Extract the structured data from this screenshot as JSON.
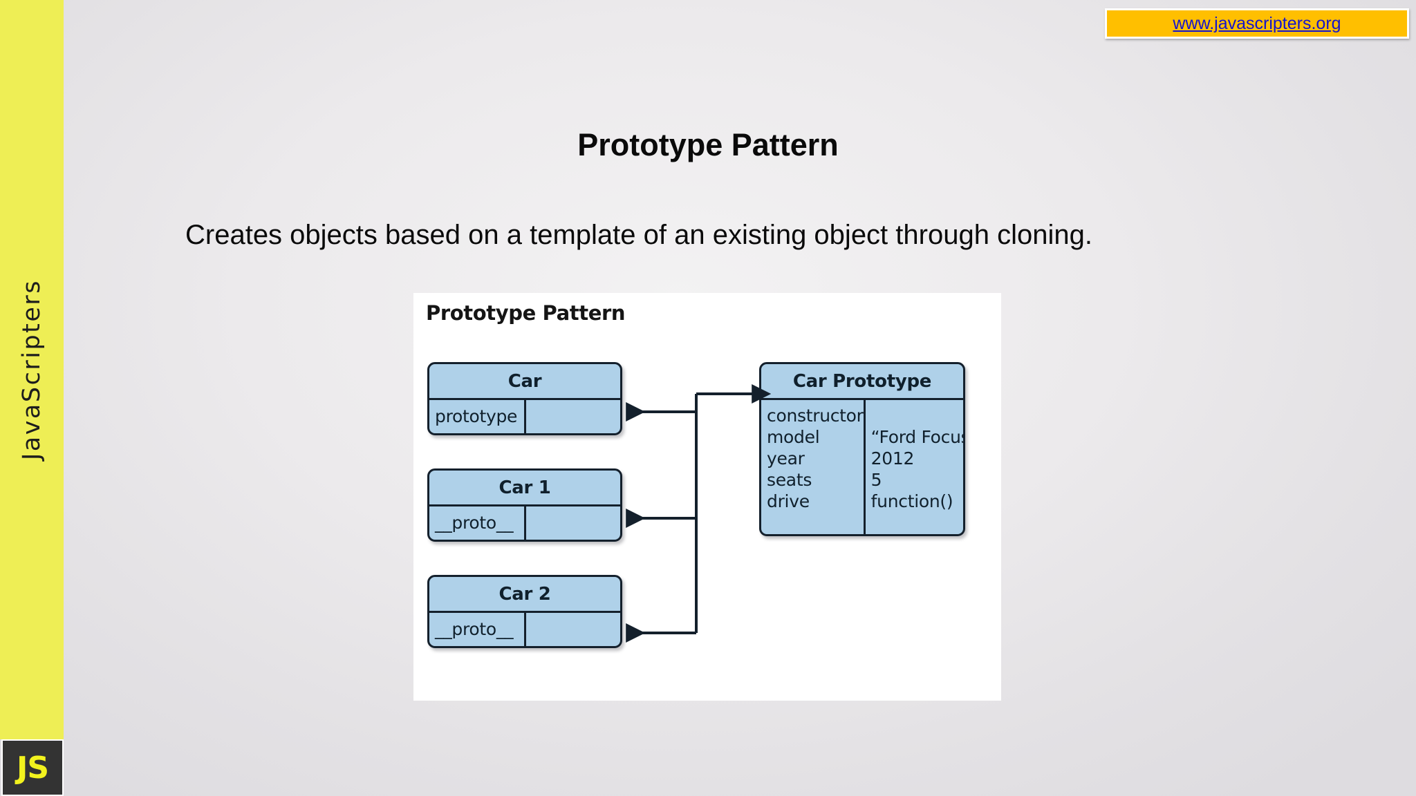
{
  "brand": {
    "rail_label": "JavaScripters",
    "badge_label": "JS",
    "rail_color": "#eeee55",
    "badge_bg": "#333333",
    "badge_text_color": "#f2f21e"
  },
  "url_banner": {
    "label": "www.javascripters.org",
    "background": "#ffbf00",
    "link_color": "#1414cd"
  },
  "slide": {
    "title": "Prototype Pattern",
    "subtitle": "Creates objects based on a template of an existing object through cloning."
  },
  "figure": {
    "caption": "Prototype Pattern",
    "box_fill": "#afd1e9",
    "box_stroke": "#14202c",
    "panel_bg": "#ffffff",
    "entities": [
      {
        "id": "car",
        "header": "Car",
        "rows": [
          {
            "key": "prototype",
            "value": ""
          }
        ]
      },
      {
        "id": "car1",
        "header": "Car 1",
        "rows": [
          {
            "key": "__proto__",
            "value": ""
          }
        ]
      },
      {
        "id": "car2",
        "header": "Car 2",
        "rows": [
          {
            "key": "__proto__",
            "value": ""
          }
        ]
      },
      {
        "id": "car-prototype",
        "header": "Car Prototype",
        "rows": [
          {
            "key": "constructor",
            "value": ""
          },
          {
            "key": "model",
            "value": "“Ford Focus”"
          },
          {
            "key": "year",
            "value": "2012"
          },
          {
            "key": "seats",
            "value": "5"
          },
          {
            "key": "drive",
            "value": "function()"
          }
        ]
      }
    ],
    "connections": [
      {
        "from": "car-prototype",
        "to": "car"
      },
      {
        "from": "car-prototype",
        "to": "car1"
      },
      {
        "from": "car-prototype",
        "to": "car2"
      }
    ]
  }
}
